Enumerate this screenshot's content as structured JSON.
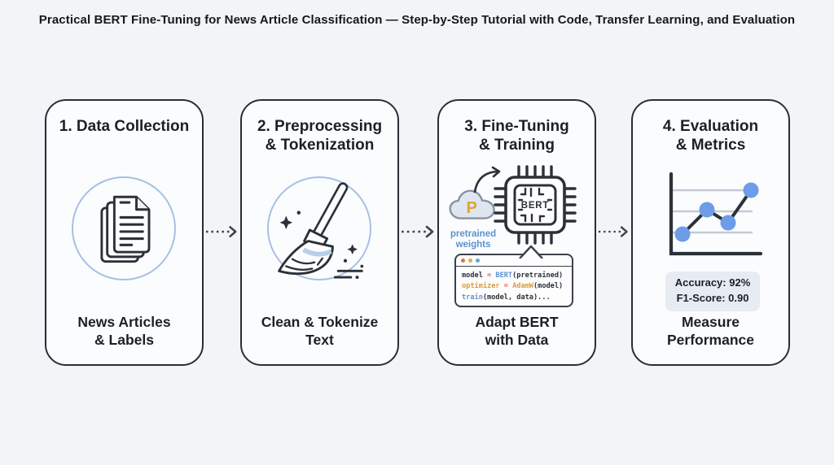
{
  "title": "Practical BERT Fine-Tuning for News Article Classification — Step-by-Step Tutorial with Code, Transfer Learning, and Evaluation",
  "cards": [
    {
      "heading1": "1. Data Collection",
      "heading2": "",
      "caption1": "News Articles",
      "caption2": "& Labels",
      "icon": "documents-icon"
    },
    {
      "heading1": "2. Preprocessing",
      "heading2": "& Tokenization",
      "caption1": "Clean & Tokenize",
      "caption2": "Text",
      "icon": "broom-icon"
    },
    {
      "heading1": "3. Fine-Tuning",
      "heading2": "& Training",
      "caption1": "Adapt BERT",
      "caption2": "with Data",
      "icon": "bert-chip-icon"
    },
    {
      "heading1": "4. Evaluation",
      "heading2": "& Metrics",
      "caption1": "Measure",
      "caption2": "Performance",
      "icon": "line-chart-icon"
    }
  ],
  "card3": {
    "cloud_letter": "P",
    "cloud_label_line1": "pretrained",
    "cloud_label_line2": "weights",
    "chip_label": "BERT",
    "code": {
      "line1": {
        "t1": "model",
        "t2": " = ",
        "t3": "BERT",
        "t4": "(pretrained)"
      },
      "line2": {
        "t1": "optimizer",
        "t2": " = ",
        "t3": "AdamW",
        "t4": "(model)"
      },
      "line3": {
        "t1": "train",
        "t2": "(model, data)..."
      }
    }
  },
  "card4": {
    "metric1": "Accuracy: 92%",
    "metric2": "F1-Score: 0.90"
  },
  "colors": {
    "page_bg": "#f3f4f7",
    "card_bg": "#fbfcfd",
    "outline_dark": "#272e38",
    "circle_blue": "#a6c0e4",
    "point_blue": "#6d9ce8",
    "label_blue": "#5b91d4",
    "gold": "#d9a637",
    "code_red": "#d9634a",
    "code_orange": "#dd9a3c",
    "metrics_bg": "#e7ebf2"
  }
}
